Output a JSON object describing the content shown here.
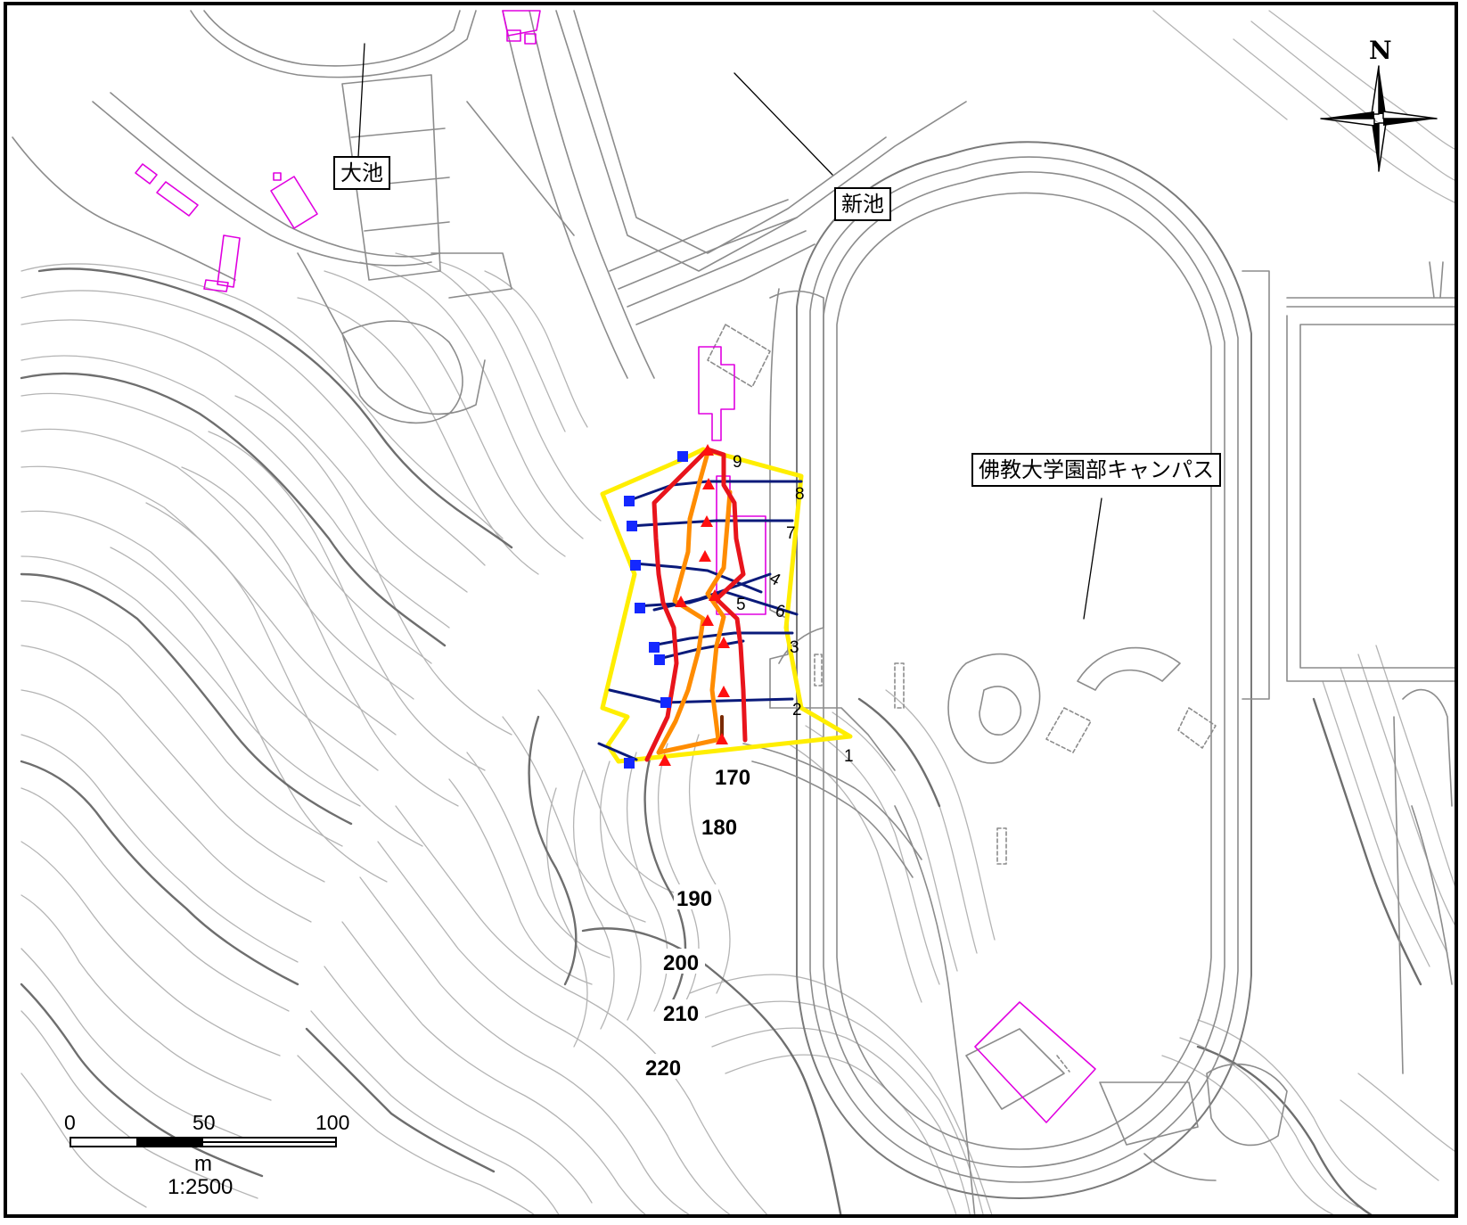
{
  "map": {
    "place_labels": {
      "oike": "大池",
      "shinike": "新池",
      "campus": "佛教大学園部キャンパス"
    },
    "contour_labels": [
      "170",
      "180",
      "190",
      "200",
      "210",
      "220"
    ],
    "section_labels": [
      "9",
      "8",
      "7",
      "4",
      "5",
      "6",
      "3",
      "2",
      "1"
    ],
    "north": "N",
    "scale": {
      "ticks": [
        "0",
        "50",
        "100"
      ],
      "unit": "m",
      "ratio": "1:2500"
    },
    "colors": {
      "contour_minor": "#b4b4b4",
      "contour_major": "#6e6e6e",
      "structure": "#8c8c8c",
      "building": "#e000e0",
      "area_boundary": "#ffee00",
      "failure_line_red": "#e8141c",
      "failure_line_orange": "#ff8c00",
      "section_line": "#0a1a7a",
      "point_blue": "#1428ff",
      "point_red": "#ff1010"
    }
  }
}
